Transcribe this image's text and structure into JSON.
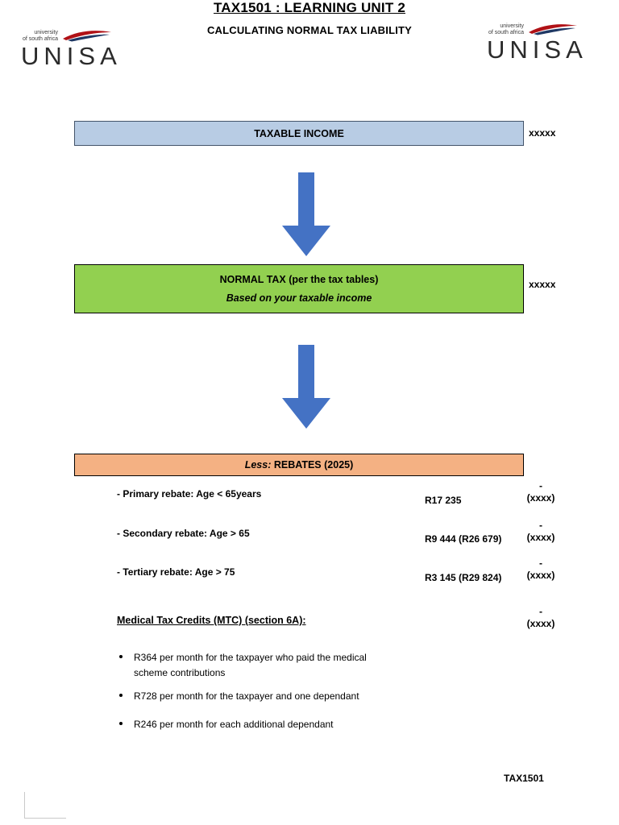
{
  "header": {
    "title": "TAX1501 : LEARNING UNIT 2",
    "subtitle": "CALCULATING NORMAL TAX LIABILITY"
  },
  "logo": {
    "line1": "university",
    "line2": "of south africa",
    "wordmark": "UNISA"
  },
  "flow": {
    "taxable_income": {
      "label": "TAXABLE INCOME",
      "value": "xxxxx"
    },
    "normal_tax": {
      "label": "NORMAL TAX  (per the tax tables)",
      "sublabel": "Based on your taxable income",
      "value": "xxxxx"
    },
    "rebates_header": {
      "prefix": "Less:",
      "label": " REBATES (2025)"
    }
  },
  "rebates": {
    "items": [
      {
        "label": "- Primary rebate: Age < 65years",
        "amount": "R17 235",
        "minus": "-",
        "value": "(xxxx)"
      },
      {
        "label": "- Secondary rebate: Age > 65",
        "amount": "R9 444 (R26 679)",
        "minus": "-",
        "value": "(xxxx)"
      },
      {
        "label": "- Tertiary rebate: Age > 75",
        "amount": "R3 145 (R29 824)",
        "minus": "-",
        "value": "(xxxx)"
      }
    ]
  },
  "mtc": {
    "heading": "Medical Tax Credits (MTC) (section 6A):",
    "minus": "-",
    "value": "(xxxx)",
    "bullets": [
      "R364 per month for the taxpayer who paid the medical scheme contributions",
      "R728 per month for the taxpayer and one dependant",
      "R246 per month for each additional dependant"
    ]
  },
  "footer": {
    "code": "TAX1501"
  },
  "colors": {
    "taxable_box": "#b8cce4",
    "normal_box": "#92d050",
    "rebates_box": "#f4b183",
    "arrow": "#4472c4",
    "logo_red": "#b01116",
    "logo_navy": "#1f3864"
  }
}
